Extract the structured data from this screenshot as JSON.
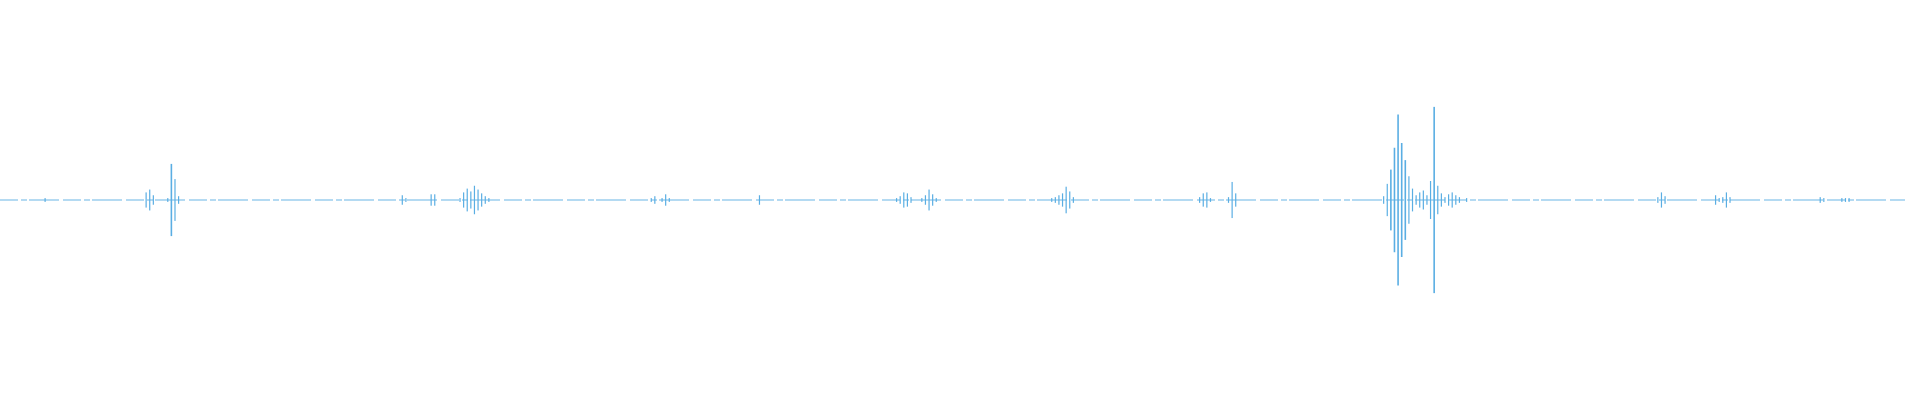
{
  "waveform": {
    "color": "#5aaee3",
    "background": "#ffffff",
    "samples": [
      0.01,
      0.01,
      0.01,
      0.0,
      0.01,
      0.01,
      0.01,
      0.0,
      0.01,
      0.01,
      0.01,
      0.01,
      0.02,
      0.01,
      0.01,
      0.0,
      0.01,
      0.01,
      0.01,
      0.01,
      0.01,
      0.01,
      0.01,
      0.01,
      0.01,
      0.0,
      0.01,
      0.01,
      0.01,
      0.01,
      0.01,
      0.01,
      0.01,
      0.01,
      0.01,
      0.01,
      0.01,
      0.01,
      0.01,
      0.01,
      0.08,
      0.11,
      0.05,
      0.01,
      0.01,
      0.01,
      0.02,
      0.38,
      0.22,
      0.04,
      0.01,
      0.01,
      0.0,
      0.0,
      0.0,
      0.0,
      0.0,
      0.0,
      0.0,
      0.0,
      0.0,
      0.0,
      0.0,
      0.0,
      0.0,
      0.0,
      0.01,
      0.0,
      0.01,
      0.0,
      0.01,
      0.0,
      0.01,
      0.0,
      0.01,
      0.0,
      0.01,
      0.0,
      0.01,
      0.0,
      0.01,
      0.0,
      0.01,
      0.01,
      0.01,
      0.01,
      0.0,
      0.0,
      0.0,
      0.0,
      0.0,
      0.0,
      0.0,
      0.0,
      0.0,
      0.0,
      0.0,
      0.01,
      0.0,
      0.01,
      0.0,
      0.01,
      0.0,
      0.01,
      0.0,
      0.01,
      0.0,
      0.01,
      0.0,
      0.01,
      0.0,
      0.05,
      0.02,
      0.01,
      0.01,
      0.01,
      0.0,
      0.01,
      0.0,
      0.06,
      0.06,
      0.0,
      0.0,
      0.0,
      0.0,
      0.0,
      0.01,
      0.02,
      0.08,
      0.12,
      0.09,
      0.15,
      0.11,
      0.07,
      0.04,
      0.02,
      0.01,
      0.01,
      0.01,
      0.01,
      0.01,
      0.01,
      0.01,
      0.01,
      0.01,
      0.01,
      0.01,
      0.01,
      0.01,
      0.01,
      0.01,
      0.01,
      0.01,
      0.01,
      0.01,
      0.01,
      0.0,
      0.0,
      0.0,
      0.0,
      0.0,
      0.0,
      0.0,
      0.0,
      0.0,
      0.0,
      0.0,
      0.0,
      0.0,
      0.01,
      0.0,
      0.01,
      0.0,
      0.01,
      0.0,
      0.01,
      0.0,
      0.01,
      0.0,
      0.01,
      0.02,
      0.04,
      0.01,
      0.02,
      0.06,
      0.02,
      0.01,
      0.0,
      0.0,
      0.0,
      0.0,
      0.0,
      0.0,
      0.0,
      0.0,
      0.0,
      0.0,
      0.0,
      0.0,
      0.0,
      0.0,
      0.0,
      0.0,
      0.0,
      0.0,
      0.0,
      0.0,
      0.0,
      0.0,
      0.01,
      0.05,
      0.0,
      0.0,
      0.0,
      0.0,
      0.0,
      0.0,
      0.0,
      0.0,
      0.0,
      0.0,
      0.0,
      0.0,
      0.0,
      0.0,
      0.0,
      0.0,
      0.01,
      0.0,
      0.0,
      0.0,
      0.0,
      0.0,
      0.0,
      0.0,
      0.0,
      0.0,
      0.01,
      0.0,
      0.0,
      0.0,
      0.0,
      0.0,
      0.0,
      0.0,
      0.0,
      0.0,
      0.01,
      0.02,
      0.04,
      0.08,
      0.07,
      0.03,
      0.01,
      0.01,
      0.02,
      0.05,
      0.11,
      0.06,
      0.02,
      0.01,
      0.0,
      0.0,
      0.0,
      0.0,
      0.0,
      0.0,
      0.0,
      0.01,
      0.0,
      0.0,
      0.0,
      0.0,
      0.0,
      0.0,
      0.0,
      0.0,
      0.0,
      0.01,
      0.0,
      0.0,
      0.0,
      0.0,
      0.01,
      0.0,
      0.0,
      0.0,
      0.0,
      0.0,
      0.0,
      0.01,
      0.02,
      0.03,
      0.05,
      0.07,
      0.14,
      0.09,
      0.03,
      0.01,
      0.0,
      0.0,
      0.0,
      0.0,
      0.0,
      0.0,
      0.0,
      0.01,
      0.0,
      0.0,
      0.0,
      0.0,
      0.0,
      0.0,
      0.0,
      0.0,
      0.0,
      0.0,
      0.0,
      0.01,
      0.0,
      0.0,
      0.0,
      0.0,
      0.0,
      0.0,
      0.0,
      0.0,
      0.0,
      0.0,
      0.0,
      0.0,
      0.01,
      0.03,
      0.07,
      0.08,
      0.02,
      0.01,
      0.0,
      0.0,
      0.0,
      0.03,
      0.19,
      0.07,
      0.01,
      0.0,
      0.0,
      0.0,
      0.0,
      0.0,
      0.0,
      0.0,
      0.0,
      0.0,
      0.0,
      0.01,
      0.0,
      0.0,
      0.0,
      0.0,
      0.0,
      0.0,
      0.0,
      0.0,
      0.0,
      0.0,
      0.0,
      0.0,
      0.0,
      0.0,
      0.0,
      0.0,
      0.0,
      0.0,
      0.0,
      0.0,
      0.0,
      0.0,
      0.0,
      0.0,
      0.0,
      0.0,
      0.0,
      0.01,
      0.04,
      0.17,
      0.32,
      0.55,
      0.9,
      0.6,
      0.42,
      0.25,
      0.12,
      0.05,
      0.08,
      0.1,
      0.05,
      0.2,
      0.98,
      0.15,
      0.07,
      0.03,
      0.06,
      0.08,
      0.05,
      0.03,
      0.01,
      0.02,
      0.01,
      0.01,
      0.01,
      0.01,
      0.0,
      0.0,
      0.01,
      0.0,
      0.01,
      0.0,
      0.0,
      0.0,
      0.0,
      0.0,
      0.0,
      0.0,
      0.0,
      0.0,
      0.0,
      0.0,
      0.01,
      0.0,
      0.01,
      0.0,
      0.0,
      0.0,
      0.01,
      0.0,
      0.0,
      0.0,
      0.01,
      0.0,
      0.01,
      0.0,
      0.01,
      0.01,
      0.01,
      0.01,
      0.0,
      0.0,
      0.0,
      0.0,
      0.0,
      0.0,
      0.0,
      0.0,
      0.0,
      0.0,
      0.0,
      0.0,
      0.0,
      0.01,
      0.03,
      0.08,
      0.04,
      0.01,
      0.0,
      0.0,
      0.0,
      0.0,
      0.0,
      0.0,
      0.0,
      0.0,
      0.0,
      0.0,
      0.0,
      0.0,
      0.05,
      0.02,
      0.03,
      0.08,
      0.03,
      0.01,
      0.0,
      0.0,
      0.0,
      0.0,
      0.0,
      0.0,
      0.0,
      0.0,
      0.0,
      0.0,
      0.0,
      0.0,
      0.0,
      0.0,
      0.0,
      0.0,
      0.0,
      0.0,
      0.0,
      0.0,
      0.0,
      0.0,
      0.01,
      0.03,
      0.02,
      0.01,
      0.0,
      0.0,
      0.01,
      0.02,
      0.02,
      0.02,
      0.01,
      0.01,
      0.01,
      0.01,
      0.01,
      0.01,
      0.01,
      0.01,
      0.01,
      0.01,
      0.01,
      0.01,
      0.01,
      0.01,
      0.01
    ]
  }
}
